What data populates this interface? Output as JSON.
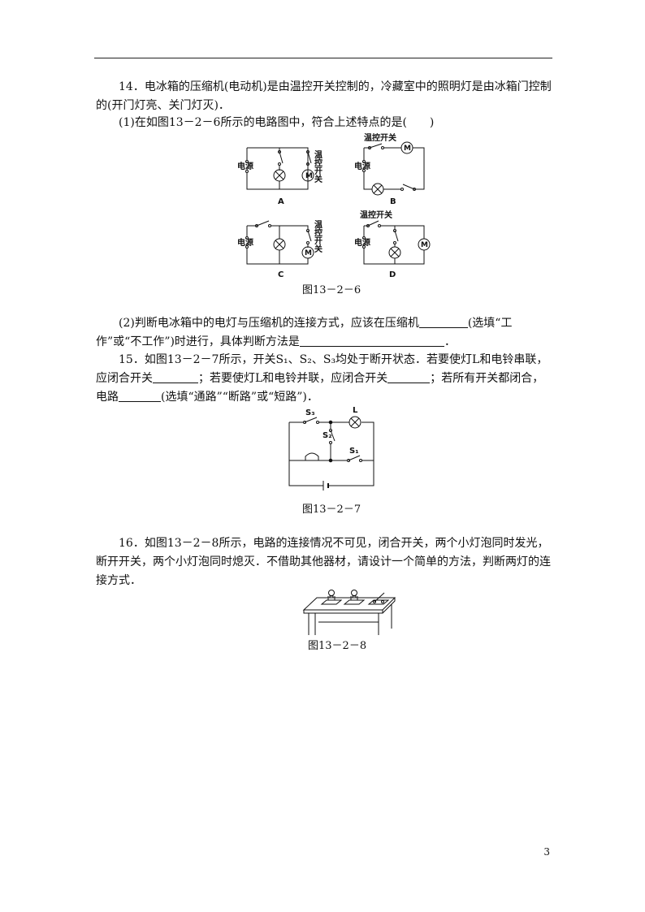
{
  "q14": {
    "stem": "14．电冰箱的压缩机(电动机)是由温控开关控制的，冷藏室中的照明灯是由冰箱门控制的(开门灯亮、关门灯灭)．",
    "part1": "(1)在如图13－2－6所示的电路图中，符合上述特点的是(　　)",
    "fig_labels": {
      "power": "电源",
      "thermo_switch": "温控开关",
      "motor": "M",
      "A": "A",
      "B": "B",
      "C": "C",
      "D": "D"
    },
    "fig_caption": "图13－2－6",
    "part2_a": "(2)判断电冰箱中的电灯与压缩机的连接方式，应该在压缩机",
    "part2_b": "(选填“工作”或“不工作”)时进行，具体判断方法是",
    "part2_c": "．"
  },
  "q15": {
    "t1": "15．如图13－2－7所示，开关S₁、S₂、S₃均处于断开状态．若要使灯L和电铃串联，应闭合开关",
    "t2": "；若要使灯L和电铃并联，应闭合开关",
    "t3": "；若所有开关都闭合，电路",
    "t4": "(选填“通路”“断路”或“短路”)．",
    "fig_labels": {
      "S3": "S₃",
      "S2": "S₂",
      "S1": "S₁",
      "L": "L"
    },
    "fig_caption": "图13－2－7"
  },
  "q16": {
    "text": "16．如图13－2－8所示，电路的连接情况不可见，闭合开关，两个小灯泡同时发光，断开开关，两个小灯泡同时熄灭．不借助其他器材，请设计一个简单的方法，判断两灯的连接方式．",
    "fig_caption": "图13－2－8"
  },
  "page_number": "3"
}
